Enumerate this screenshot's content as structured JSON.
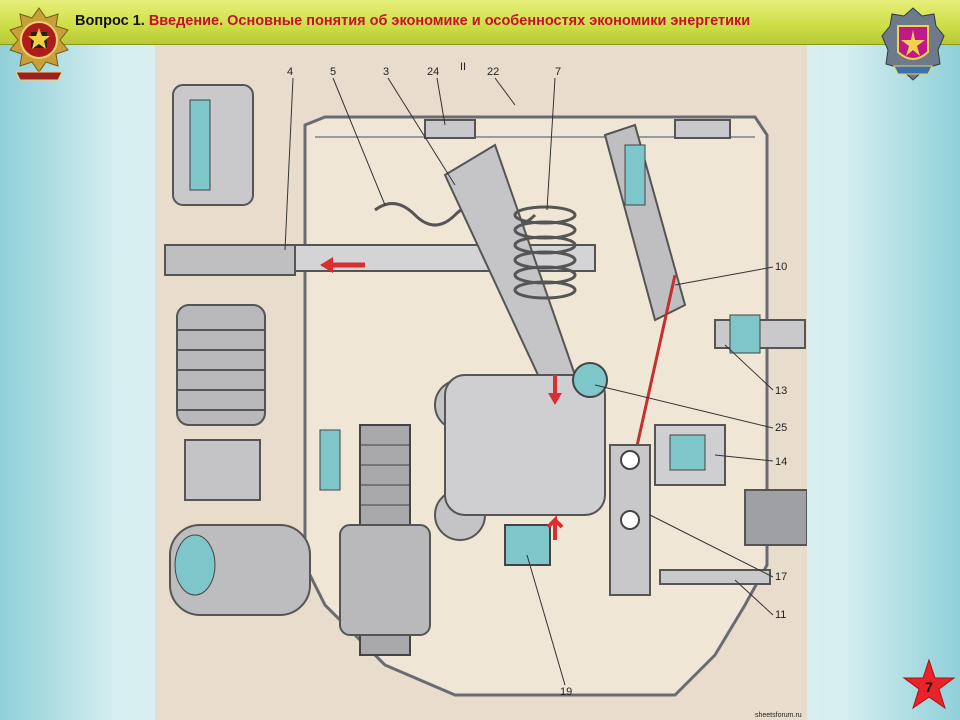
{
  "header": {
    "question_label": "Вопрос 1.",
    "topic_title": "Введение. Основные понятия об экономике и особенностях экономики энергетики"
  },
  "diagram": {
    "part_labels": [
      "4",
      "5",
      "3",
      "24",
      "II",
      "22",
      "7",
      "10",
      "13",
      "25",
      "14",
      "17",
      "11",
      "19"
    ],
    "footer_caption": "sheetsforum.ru"
  },
  "page_number": "7",
  "colors": {
    "header_bar": "#cfe04a",
    "title_text": "#c8102e",
    "background": "#d6eef0",
    "star": "#e8242a"
  },
  "icons": {
    "left_emblem": "military-emblem-icon",
    "right_emblem": "crest-shield-icon",
    "page_badge": "star-icon"
  }
}
